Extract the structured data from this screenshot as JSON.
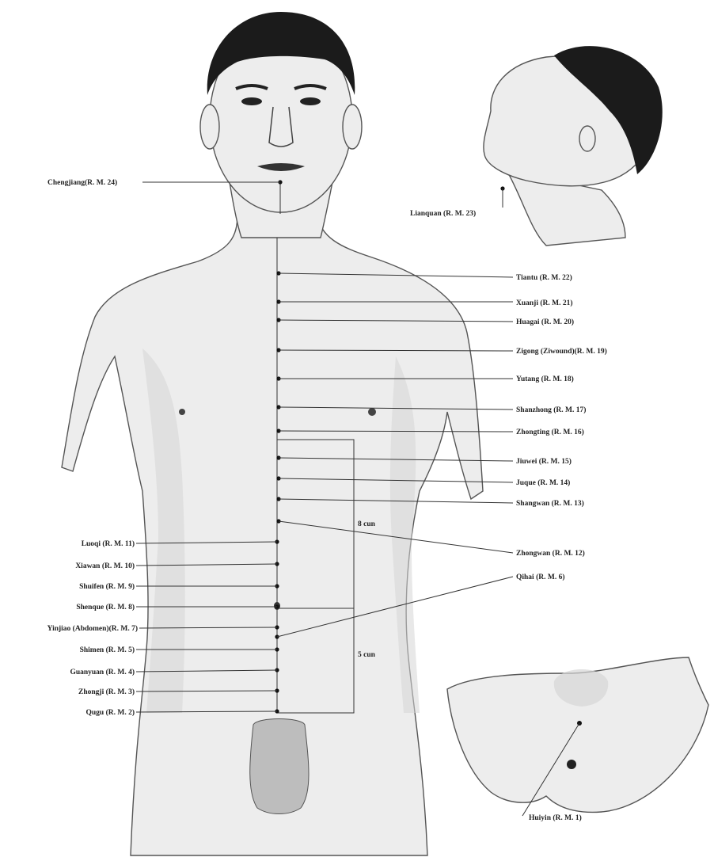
{
  "labels": {
    "left": [
      "Chengjiang(R. M. 24)",
      "Luoqi (R. M. 11)",
      "Xiawan (R. M. 10)",
      "Shuifen (R. M. 9)",
      "Shenque (R. M. 8)",
      "Yinjiao (Abdomen)(R. M. 7)",
      "Shimen (R. M. 5)",
      "Guanyuan (R. M. 4)",
      "Zhongji (R. M. 3)",
      "Qugu (R. M. 2)"
    ],
    "right": [
      "Tiantu (R. M. 22)",
      "Xuanji (R. M. 21)",
      "Huagai (R. M. 20)",
      "Zigong (Ziwound)(R. M. 19)",
      "Yutang (R. M. 18)",
      "Shanzhong (R. M. 17)",
      "Zhongting (R. M. 16)",
      "Jiuwei (R. M. 15)",
      "Juque (R. M. 14)",
      "Shangwan (R. M. 13)",
      "Zhongwan (R. M. 12)",
      "Qihai (R. M. 6)"
    ],
    "neck": "Lianquan (R. M. 23)",
    "perineum": "Huiyin (R. M. 1)",
    "measure_upper": "8 cun",
    "measure_lower": "5 cun"
  }
}
